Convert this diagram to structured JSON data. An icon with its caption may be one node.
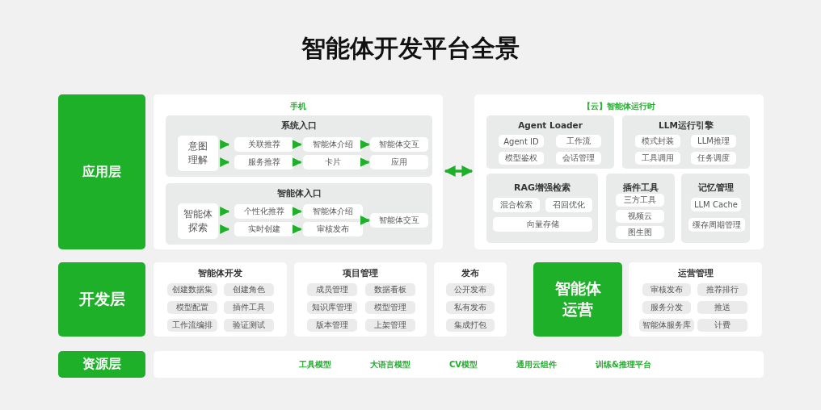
{
  "diagram": {
    "title": "智能体开发平台全景",
    "nodes": [
      {
        "text": [
          "应用层"
        ]
      },
      {
        "text": [
          "手机"
        ]
      },
      {
        "text": [
          "系统入口"
        ],
        "in": 1
      },
      {
        "text": [
          "意图理解"
        ],
        "in": 2
      },
      {
        "text": [
          "关联推荐"
        ],
        "in": 2
      },
      {
        "text": [
          "服务推荐"
        ],
        "in": 2
      },
      {
        "text": [
          "智能体介绍"
        ],
        "in": 2
      },
      {
        "text": [
          "卡片"
        ],
        "in": 2
      },
      {
        "text": [
          "智能体交互"
        ],
        "in": 2
      },
      {
        "text": [
          "应用"
        ],
        "in": 2
      },
      {
        "text": [
          "智能体入口"
        ],
        "in": 1
      },
      {
        "text": [
          "智能体探索"
        ],
        "in": 10
      },
      {
        "text": [
          "个性化推荐"
        ],
        "in": 10
      },
      {
        "text": [
          "实时创建"
        ],
        "in": 10
      },
      {
        "text": [
          "智能体介绍"
        ],
        "in": 10
      },
      {
        "text": [
          "审核发布"
        ],
        "in": 10
      },
      {
        "text": [
          "智能体交互"
        ],
        "in": 10
      },
      {
        "text": [
          "【云】智能体运行时"
        ]
      },
      {
        "text": [
          "Agent Loader"
        ],
        "in": 17
      },
      {
        "text": [
          "Agent ID"
        ],
        "in": 18
      },
      {
        "text": [
          "工作流"
        ],
        "in": 18
      },
      {
        "text": [
          "模型鉴权"
        ],
        "in": 18
      },
      {
        "text": [
          "会话管理"
        ],
        "in": 18
      },
      {
        "text": [
          "LLM运行引擎"
        ],
        "in": 17
      },
      {
        "text": [
          "模式封装"
        ],
        "in": 23
      },
      {
        "text": [
          "LLM推理"
        ],
        "in": 23
      },
      {
        "text": [
          "工具调用"
        ],
        "in": 23
      },
      {
        "text": [
          "任务调度"
        ],
        "in": 23
      },
      {
        "text": [
          "RAG增强检索"
        ],
        "in": 17
      },
      {
        "text": [
          "混合检索"
        ],
        "in": 28
      },
      {
        "text": [
          "召回优化"
        ],
        "in": 28
      },
      {
        "text": [
          "向量存储"
        ],
        "in": 28
      },
      {
        "text": [
          "插件工具"
        ],
        "in": 17
      },
      {
        "text": [
          "三方工具"
        ],
        "in": 32
      },
      {
        "text": [
          "视频云"
        ],
        "in": 32
      },
      {
        "text": [
          "图生图"
        ],
        "in": 32
      },
      {
        "text": [
          "记忆管理"
        ],
        "in": 17
      },
      {
        "text": [
          "LLM Cache"
        ],
        "in": 36
      },
      {
        "text": [
          "缓存周期管理"
        ],
        "in": 36
      },
      {
        "text": [
          "开发层"
        ]
      },
      {
        "text": [
          "智能体开发"
        ]
      },
      {
        "text": [
          "创建数据集"
        ],
        "in": 40
      },
      {
        "text": [
          "创建角色"
        ],
        "in": 40
      },
      {
        "text": [
          "模型配置"
        ],
        "in": 40
      },
      {
        "text": [
          "插件工具"
        ],
        "in": 40
      },
      {
        "text": [
          "工作流编排"
        ],
        "in": 40
      },
      {
        "text": [
          "验证测试"
        ],
        "in": 40
      },
      {
        "text": [
          "项目管理"
        ]
      },
      {
        "text": [
          "成员管理"
        ],
        "in": 47
      },
      {
        "text": [
          "数据看板"
        ],
        "in": 47
      },
      {
        "text": [
          "知识库管理"
        ],
        "in": 47
      },
      {
        "text": [
          "模型管理"
        ],
        "in": 47
      },
      {
        "text": [
          "版本管理"
        ],
        "in": 47
      },
      {
        "text": [
          "上架管理"
        ],
        "in": 47
      },
      {
        "text": [
          "发布"
        ]
      },
      {
        "text": [
          "公开发布"
        ],
        "in": 54
      },
      {
        "text": [
          "私有发布"
        ],
        "in": 54
      },
      {
        "text": [
          "集成打包"
        ],
        "in": 54
      },
      {
        "text": [
          "智能体运营"
        ]
      },
      {
        "text": [
          "运营管理"
        ]
      },
      {
        "text": [
          "审核发布"
        ],
        "in": 59
      },
      {
        "text": [
          "推荐排行"
        ],
        "in": 59
      },
      {
        "text": [
          "服务分发"
        ],
        "in": 59
      },
      {
        "text": [
          "推送"
        ],
        "in": 59
      },
      {
        "text": [
          "智能体服务库"
        ],
        "in": 59
      },
      {
        "text": [
          "计费"
        ],
        "in": 59
      },
      {
        "text": [
          "资源层"
        ]
      },
      {
        "text": [
          "工具模型",
          "大语言模型",
          "CV模型",
          "通用云组件",
          "训练&推理平台"
        ]
      }
    ],
    "edges": [
      {
        "from": 3,
        "to": 4,
        "arrow": "to"
      },
      {
        "from": 3,
        "to": 5,
        "arrow": "to"
      },
      {
        "from": 4,
        "to": 6,
        "arrow": "to"
      },
      {
        "from": 6,
        "to": 8,
        "arrow": "to"
      },
      {
        "from": 5,
        "to": 7,
        "arrow": "to"
      },
      {
        "from": 7,
        "to": 9,
        "arrow": "to"
      },
      {
        "from": 11,
        "to": 12,
        "arrow": "to"
      },
      {
        "from": 11,
        "to": 13,
        "arrow": "to"
      },
      {
        "from": 12,
        "to": 14,
        "arrow": "to"
      },
      {
        "from": 13,
        "to": 15,
        "arrow": "to"
      },
      {
        "from": 14,
        "to": 16,
        "arrow": "to"
      },
      {
        "from": 15,
        "to": 16,
        "arrow": "to"
      },
      {
        "from": 1,
        "to": 17,
        "arrow": "both"
      }
    ]
  }
}
